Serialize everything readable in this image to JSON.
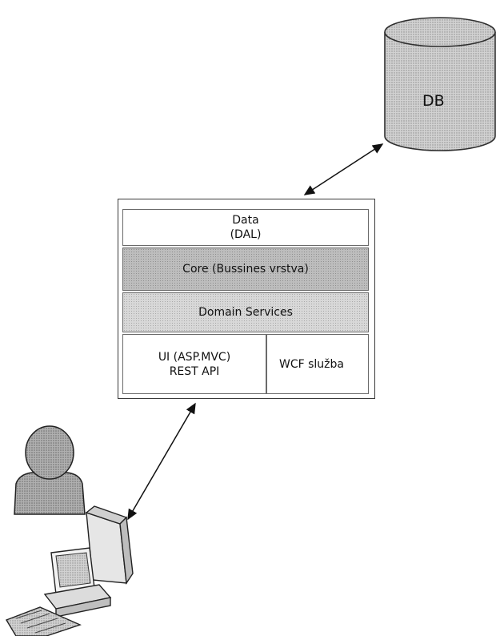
{
  "database": {
    "label": "DB"
  },
  "architecture": {
    "data_layer": {
      "line1": "Data",
      "line2": "(DAL)"
    },
    "core_layer": {
      "label": "Core (Bussines vrstva)"
    },
    "domain_layer": {
      "label": "Domain Services"
    },
    "ui_layer": {
      "line1": "UI (ASP.MVC)",
      "line2": "REST API"
    },
    "wcf_layer": {
      "label": "WCF služba"
    }
  },
  "colors": {
    "core_fill": "#bdbdbd",
    "domain_fill": "#d8d8d8",
    "db_fill": "#d0d0d0",
    "outline": "#3a3a3a"
  },
  "icons": [
    "database-cylinder-icon",
    "user-icon",
    "computer-icon",
    "keyboard-icon",
    "wrench-icon",
    "arrow-icon"
  ]
}
